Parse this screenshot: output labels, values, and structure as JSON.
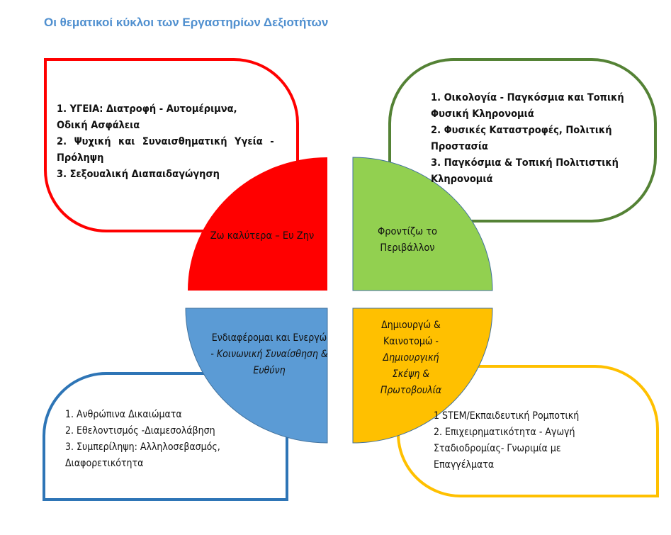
{
  "title": "Οι θεματικοί κύκλοι των Εργαστηρίων Δεξιοτήτων",
  "colors": {
    "red": "#ff0000",
    "green": "#92d050",
    "blue": "#5b9bd5",
    "yellow": "#ffc000",
    "green_border": "#548235",
    "blue_border": "#2e75b6",
    "title": "#4f8fcf"
  },
  "themes": {
    "live_better": {
      "label": "Ζω καλύτερα – Ευ Ζην",
      "items": [
        "1. ΥΓΕΙΑ: Διατροφή - Αυτομέριμνα,",
        "Οδική Ασφάλεια",
        "2. Ψυχική και Συναισθηματική Υγεία -",
        "Πρόληψη",
        "3. Σεξουαλική Διαπαιδαγώγηση"
      ]
    },
    "environment": {
      "label": "Φροντίζω το Περιβάλλον",
      "items": [
        "1. Οικολογία - Παγκόσμια και Τοπική",
        "Φυσική Κληρονομιά",
        "2. Φυσικές Καταστροφές, Πολιτική",
        "Προστασία",
        "3. Παγκόσμια & Τοπική Πολιτιστική",
        "Κληρονομιά"
      ]
    },
    "care_act": {
      "label_plain": "Ενδιαφέρομαι και Ενεργώ -",
      "label_italic": "Κοινωνική Συναίσθηση & Ευθύνη",
      "items": [
        "1. Ανθρώπινα Δικαιώματα",
        "2. Εθελοντισμός  -Διαμεσολάβηση",
        "3. Συμπερίληψη: Αλληλοσεβασμός,",
        "Διαφορετικότητα"
      ]
    },
    "create_innovate": {
      "label_plain": "Δημιουργώ & Καινοτομώ -",
      "label_italic": "Δημιουργική Σκέψη & Πρωτοβουλία",
      "items": [
        "1 STEM/Εκπαιδευτική Ρομποτική",
        "2. Επιχειρηματικότητα - Αγωγή",
        "Σταδιοδρομίας- Γνωριμία με",
        "Επαγγέλματα"
      ]
    }
  }
}
